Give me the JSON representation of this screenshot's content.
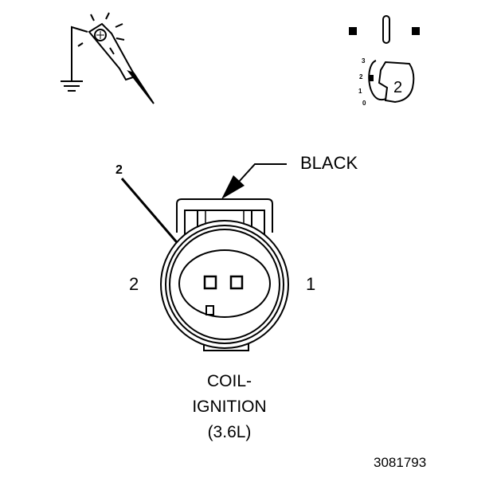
{
  "connector": {
    "color_label": "BLACK",
    "pin_marker": "2",
    "cavity_left_label": "2",
    "cavity_right_label": "1",
    "caption_line1": "COIL-",
    "caption_line2": "IGNITION",
    "caption_line3": "(3.6L)"
  },
  "icons": {
    "test_light": "test-light-to-ground-icon",
    "ignition": "ignition-switch-position-2-icon"
  },
  "ignition_key": {
    "positions": [
      "3",
      "2",
      "1",
      "0"
    ],
    "selected": "2"
  },
  "figure_number": "3081793",
  "colors": {
    "line": "#000000",
    "background": "#ffffff"
  }
}
